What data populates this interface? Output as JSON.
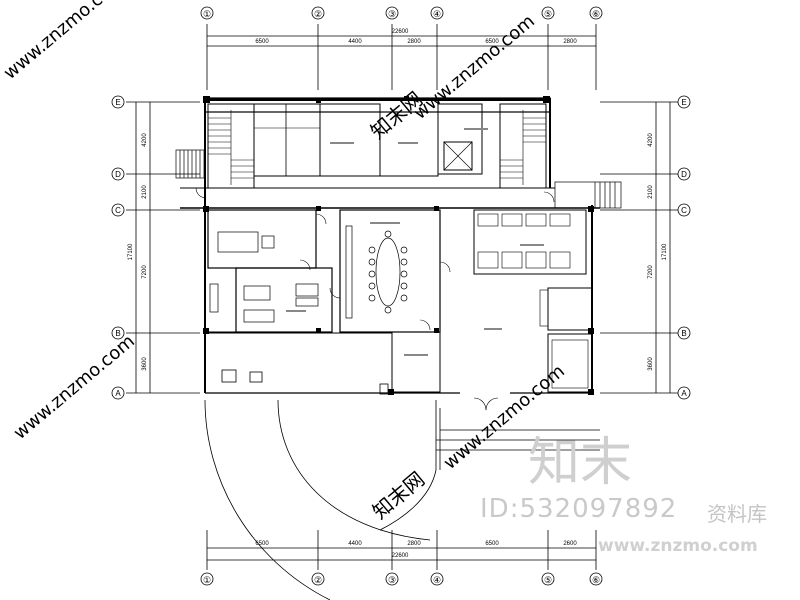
{
  "axes": {
    "column_labels": [
      "①",
      "②",
      "③",
      "④",
      "⑤",
      "⑥"
    ],
    "row_labels_right": [
      "E",
      "D",
      "C",
      "B",
      "A"
    ],
    "row_labels_left": [
      "E",
      "D",
      "C",
      "B",
      "A"
    ]
  },
  "dimensions": {
    "top_segments": [
      "6500",
      "4400",
      "2800",
      "6500",
      "2800"
    ],
    "top_total": "22600",
    "bottom_segments": [
      "6500",
      "4400",
      "2800",
      "6500",
      "2600"
    ],
    "bottom_total": "22600",
    "left_segments": [
      "4200",
      "2100",
      "7200",
      "3600"
    ],
    "left_total": "17100",
    "right_segments": [
      "4200",
      "2100",
      "7200",
      "3600"
    ],
    "right_total": "17100"
  },
  "watermark": {
    "logo": "知末",
    "id_text": "ID:532097892",
    "brand_text": "资料库",
    "url": "www.znzmo.com",
    "diagonal_url": "www.znzmo.com",
    "diagonal_brand": "知末网"
  },
  "colors": {
    "line": "#000000",
    "watermark": "#cccccc"
  }
}
